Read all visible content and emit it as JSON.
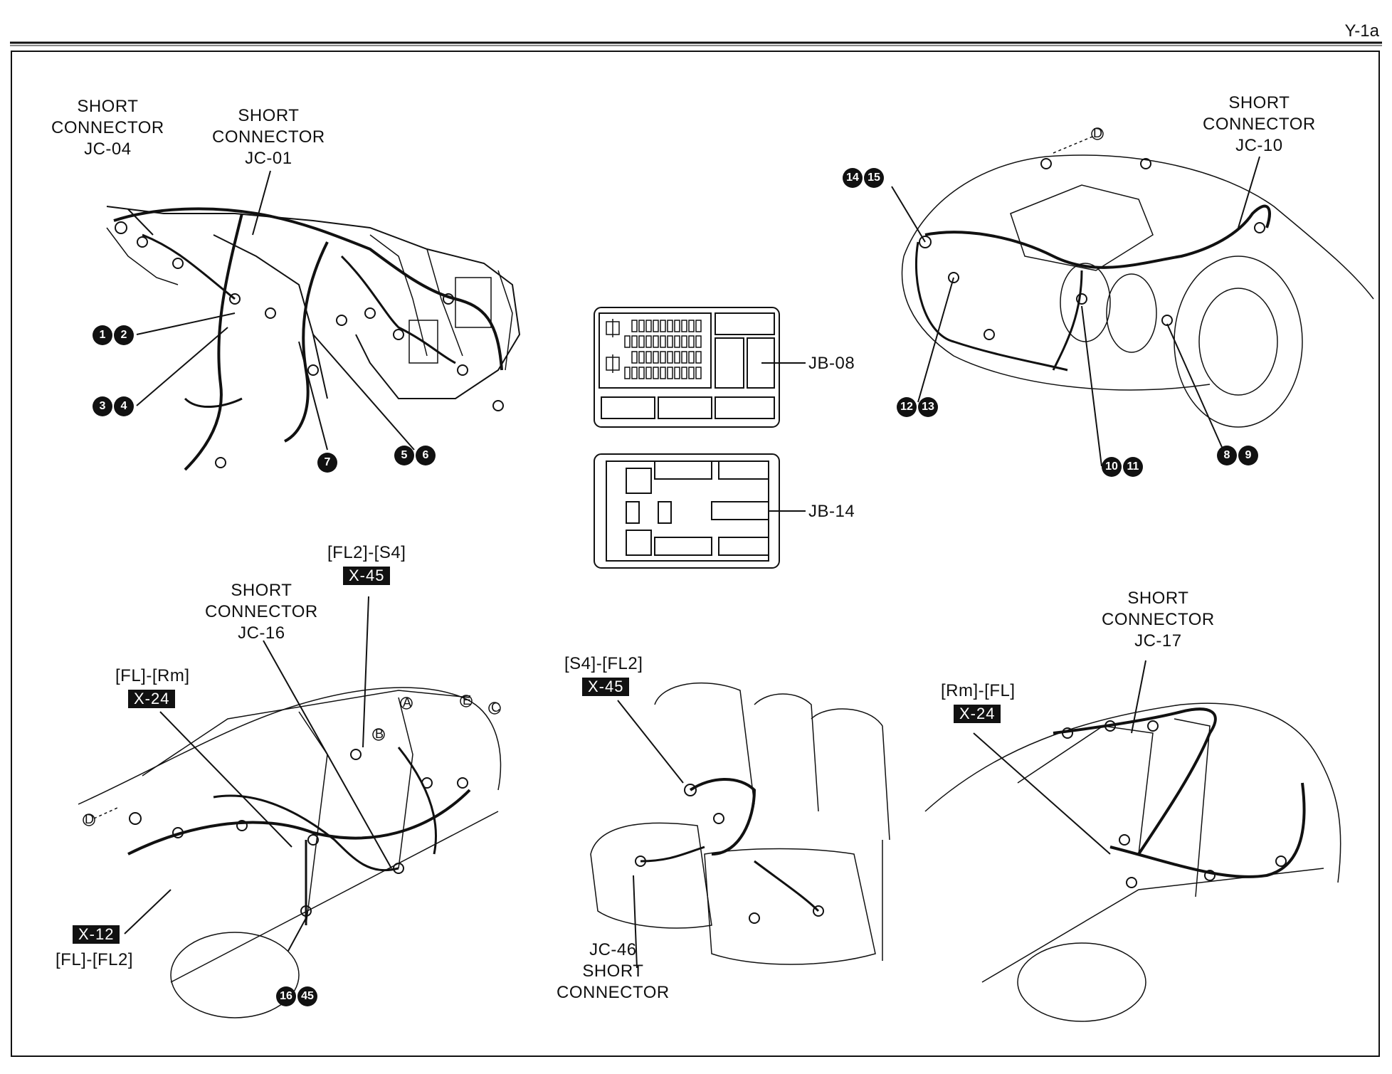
{
  "header": {
    "page_id": "Y-1a"
  },
  "short_connectors": [
    {
      "id": "sc-jc04",
      "lines": [
        "SHORT",
        "CONNECTOR",
        "JC-04"
      ]
    },
    {
      "id": "sc-jc01",
      "lines": [
        "SHORT",
        "CONNECTOR",
        "JC-01"
      ]
    },
    {
      "id": "sc-jc10",
      "lines": [
        "SHORT",
        "CONNECTOR",
        "JC-10"
      ]
    },
    {
      "id": "sc-jc16",
      "lines": [
        "SHORT",
        "CONNECTOR",
        "JC-16"
      ]
    },
    {
      "id": "sc-jc17",
      "lines": [
        "SHORT",
        "CONNECTOR",
        "JC-17"
      ]
    },
    {
      "id": "sc-jc46",
      "lines": [
        "JC-46",
        "SHORT",
        "CONNECTOR"
      ]
    }
  ],
  "junction_boxes": [
    "JB-08",
    "JB-14"
  ],
  "connector_tags": [
    {
      "code": "X-45",
      "caption": "[FL2]-[S4]"
    },
    {
      "code": "X-24",
      "caption": "[FL]-[Rm]"
    },
    {
      "code": "X-12",
      "caption": "[FL]-[FL2]"
    },
    {
      "code": "X-45",
      "caption": "[S4]-[FL2]"
    },
    {
      "code": "X-24",
      "caption": "[Rm]-[FL]"
    }
  ],
  "callouts": [
    [
      "1",
      "2"
    ],
    [
      "3",
      "4"
    ],
    [
      "7"
    ],
    [
      "5",
      "6"
    ],
    [
      "14",
      "15"
    ],
    [
      "12",
      "13"
    ],
    [
      "10",
      "11"
    ],
    [
      "8",
      "9"
    ],
    [
      "16",
      "45"
    ]
  ],
  "refs": [
    "D",
    "A",
    "B",
    "E",
    "C",
    "D"
  ]
}
